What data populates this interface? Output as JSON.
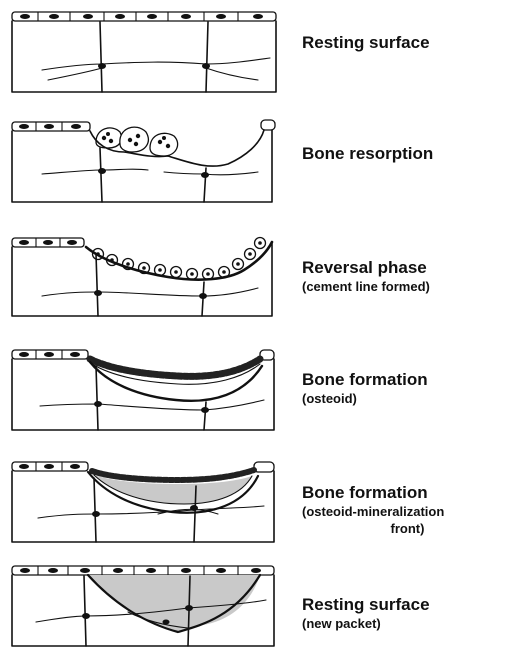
{
  "stages": [
    {
      "key": "resting",
      "title": "Resting surface",
      "subtitle": []
    },
    {
      "key": "resorption",
      "title": "Bone resorption",
      "subtitle": []
    },
    {
      "key": "reversal",
      "title": "Reversal phase",
      "subtitle": [
        "(cement line formed)"
      ]
    },
    {
      "key": "formation-osteoid",
      "title": "Bone formation",
      "subtitle": [
        "(osteoid)"
      ]
    },
    {
      "key": "formation-front",
      "title": "Bone formation",
      "subtitle": [
        "(osteoid-mineralization",
        "front)"
      ]
    },
    {
      "key": "resting-new",
      "title": "Resting surface",
      "subtitle": [
        "(new packet)"
      ]
    }
  ],
  "colors": {
    "ink": "#111111",
    "new_bone_shading": "#c9c9c9",
    "background": "#ffffff"
  }
}
